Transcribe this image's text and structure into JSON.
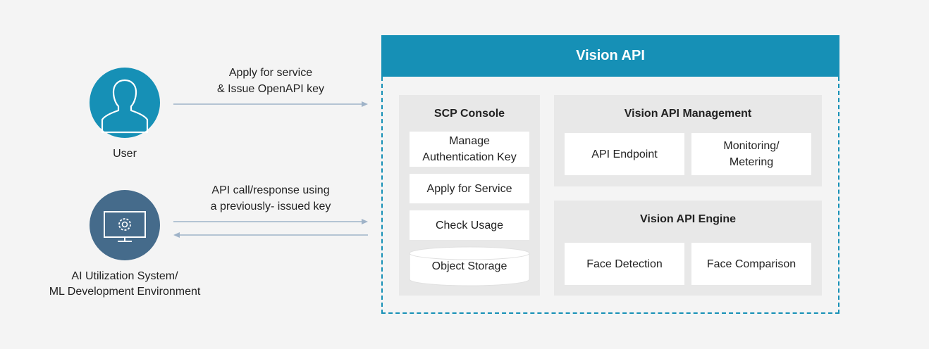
{
  "actors": {
    "user": {
      "label": "User",
      "icon": "user-icon",
      "color": "#1690b6"
    },
    "system": {
      "label_line1": "AI Utilization System/",
      "label_line2": "ML Development Environment",
      "icon": "monitor-gear-icon",
      "color": "#456b8b"
    }
  },
  "arrows": {
    "apply": {
      "line1": "Apply for service",
      "line2": "& Issue OpenAPI key"
    },
    "api_call": {
      "line1": "API call/response using",
      "line2": "a previously- issued key"
    }
  },
  "panel": {
    "title": "Vision API",
    "accent_color": "#1690b6"
  },
  "scp_console": {
    "title": "SCP Console",
    "items": [
      {
        "line1": "Manage",
        "line2": "Authentication Key"
      },
      {
        "line1": "Apply for Service"
      },
      {
        "line1": "Check Usage"
      }
    ],
    "storage": "Object Storage"
  },
  "management": {
    "title": "Vision API Management",
    "items": [
      {
        "line1": "API Endpoint"
      },
      {
        "line1": "Monitoring/",
        "line2": "Metering"
      }
    ]
  },
  "engine": {
    "title": "Vision API Engine",
    "items": [
      {
        "line1": "Face Detection"
      },
      {
        "line1": "Face Comparison"
      }
    ]
  }
}
